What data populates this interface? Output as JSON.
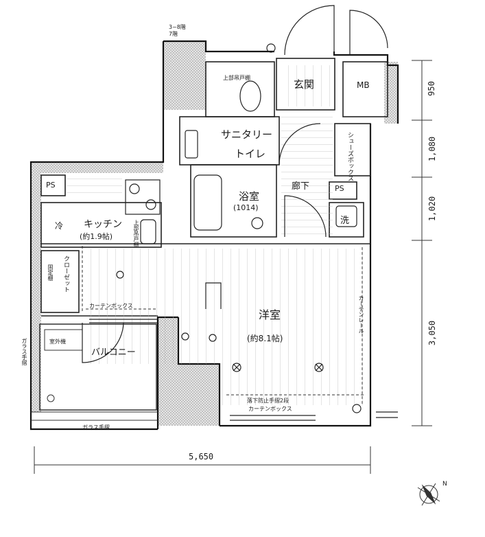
{
  "rooms": {
    "genkan": "玄関",
    "mb": "MB",
    "sanitary": "サニタリー",
    "toilet": "トイレ",
    "shoes_box": "シューズボックス",
    "bath": "浴室",
    "bath_size": "(1014)",
    "corridor": "廊下",
    "ps_right": "PS",
    "laundry": "洗",
    "ps_left": "PS",
    "fridge": "冷",
    "kitchen": "キッチン",
    "kitchen_size": "(約1.9帖)",
    "closet": "クローゼット",
    "fixed_glass": "固定棚",
    "curtain_box_left": "カーテンボックス",
    "western": "洋室",
    "western_size": "(約8.1帖)",
    "curtain_rail": "カーテンレール",
    "balcony": "バルコニー",
    "outdoor_unit": "室外機",
    "glass_railing_left": "ガラス手摺",
    "glass_railing_bottom": "ガラス手摺",
    "fall_prevention": "落下防止手摺2段",
    "curtain_box_bottom": "カーテンボックス",
    "upper_cabinet_top": "上部吊戸棚",
    "upper_cabinet_kitchen": "上部吊戸棚",
    "floor_note": "3~8階\n7階"
  },
  "dimensions": {
    "width_total": "5,650",
    "right": [
      "950",
      "1,080",
      "1,020",
      "3,050"
    ]
  },
  "compass": {
    "north": "N"
  }
}
